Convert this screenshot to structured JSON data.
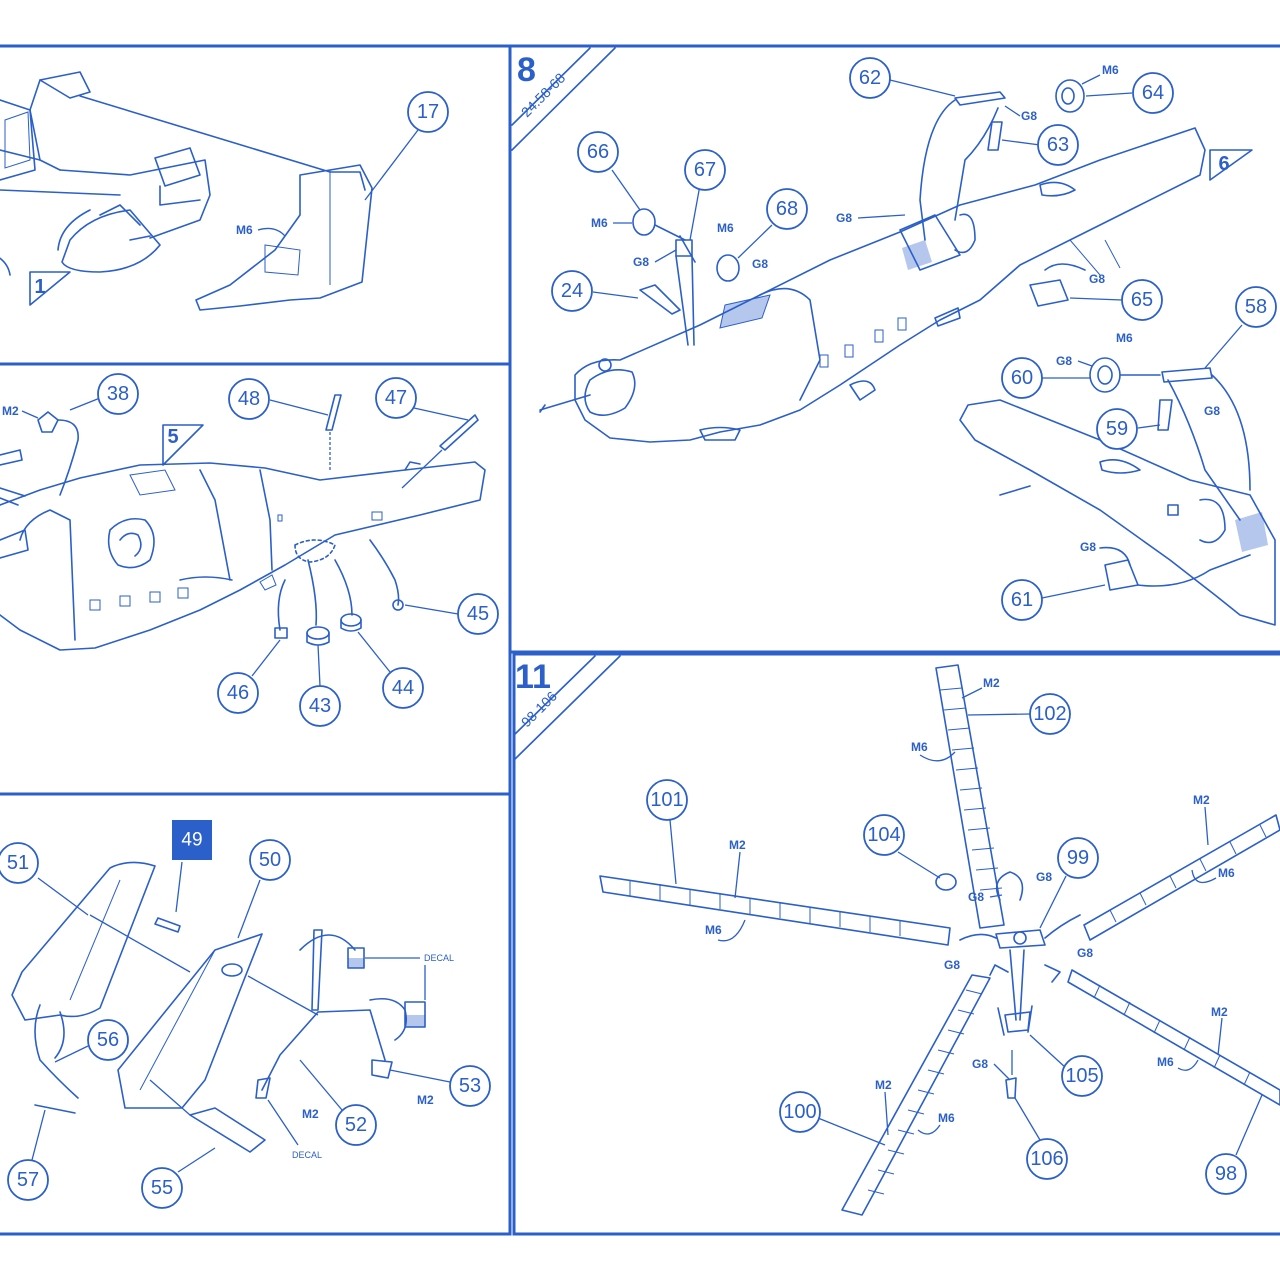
{
  "steps": {
    "step8": {
      "number": "8",
      "range": "24.58-68"
    },
    "step11": {
      "number": "11",
      "range": "98-106"
    },
    "step_box49": "49",
    "ref1": "1",
    "ref5": "5",
    "ref6": "6"
  },
  "codes": {
    "m6": "M6",
    "m2": "M2",
    "g8": "G8",
    "decal": "DECAL"
  },
  "callouts": {
    "p17": "17",
    "p38": "38",
    "p48": "48",
    "p47": "47",
    "p45": "45",
    "p46": "46",
    "p43": "43",
    "p44": "44",
    "p62": "62",
    "p64": "64",
    "p63": "63",
    "p66": "66",
    "p67": "67",
    "p68": "68",
    "p24": "24",
    "p65": "65",
    "p58": "58",
    "p60": "60",
    "p59": "59",
    "p61": "61",
    "p51": "51",
    "p50": "50",
    "p56": "56",
    "p57": "57",
    "p55": "55",
    "p52": "52",
    "p53": "53",
    "p102": "102",
    "p101": "101",
    "p104": "104",
    "p99": "99",
    "p105": "105",
    "p100": "100",
    "p106": "106",
    "p98": "98"
  },
  "colors": {
    "ink": "#2b5fc9",
    "paper": "#ffffff"
  }
}
